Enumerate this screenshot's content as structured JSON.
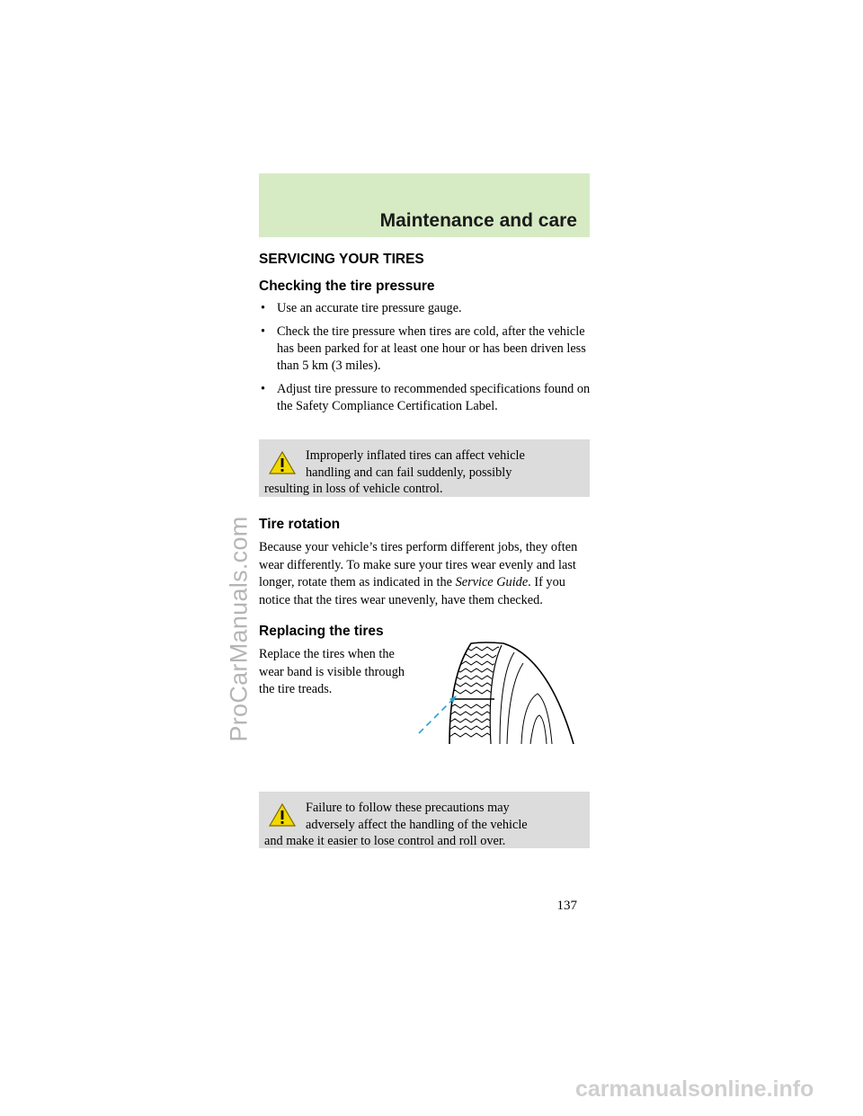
{
  "header": {
    "title": "Maintenance and care"
  },
  "section_title": "SERVICING YOUR TIRES",
  "checking": {
    "heading": "Checking the tire pressure",
    "bullets": [
      "Use an accurate tire pressure gauge.",
      "Check the tire pressure when tires are cold, after the vehicle has been parked for at least one hour or has been driven less than 5 km (3 miles).",
      "Adjust tire pressure to recommended specifications found on the Safety Compliance Certification Label."
    ],
    "bullet_symbol": "•"
  },
  "warning1": {
    "line1": "Improperly inflated tires can affect vehicle",
    "line2": "handling and can fail suddenly, possibly",
    "line3": "resulting in loss of vehicle control."
  },
  "rotation": {
    "heading": "Tire rotation",
    "text_before": "Because your vehicle’s tires perform different jobs, they often wear differently. To make sure your tires wear evenly and last longer, rotate them as indicated in the ",
    "italic": "Service Guide",
    "text_after": ". If you notice that the tires wear unevenly, have them checked."
  },
  "replacing": {
    "heading": "Replacing the tires",
    "text": "Replace the tires when the wear band is visible through the tire treads."
  },
  "warning2": {
    "line1": "Failure to follow these precautions may",
    "line2": "adversely affect the handling of the vehicle",
    "line3": "and make it easier to lose control and roll over."
  },
  "page_number": "137",
  "watermark_side": "ProCarManuals.com",
  "watermark_bottom": "carmanualsonline.info",
  "icons": {
    "warning": "warning-triangle-icon",
    "tire": "tire-wear-band-illustration"
  },
  "colors": {
    "header_band": "#d6ebc4",
    "warning_bg": "#dcdcdc",
    "warning_icon": "#f2d800",
    "pointer": "#2a9fd0"
  }
}
